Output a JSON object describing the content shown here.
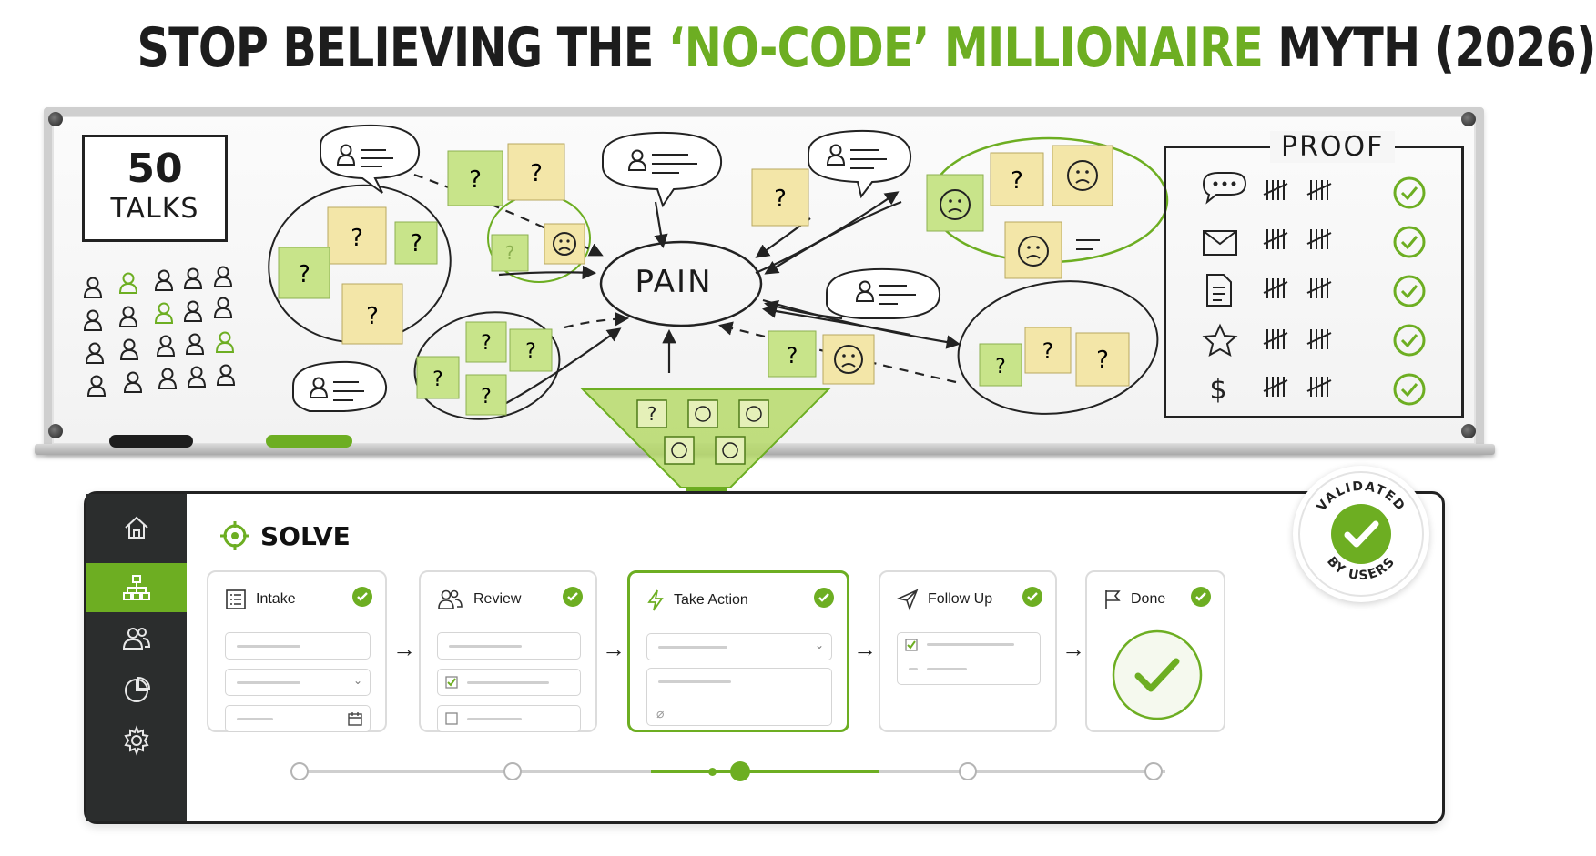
{
  "headline": {
    "part1": "STOP BELIEVING THE ",
    "highlight": "‘NO-CODE’ MILLIONAIRE",
    "part2": " MYTH (2026)"
  },
  "colors": {
    "accent": "#6dae22",
    "sticky_yellow": "#f3e6a8",
    "sticky_green": "#c8e48a",
    "sidebar_bg": "#2b2d2d",
    "ink": "#1b1b1b"
  },
  "whiteboard": {
    "talks_count": "50",
    "talks_label": "TALKS",
    "center_label": "PAIN",
    "sticky_mark": "?",
    "proof": {
      "title": "PROOF",
      "rows": [
        {
          "icon": "chat-icon"
        },
        {
          "icon": "mail-icon"
        },
        {
          "icon": "document-icon"
        },
        {
          "icon": "star-icon"
        },
        {
          "icon": "dollar-icon",
          "symbol": "$"
        }
      ]
    }
  },
  "sidebar": {
    "items": [
      {
        "icon": "home-icon"
      },
      {
        "icon": "flow-icon",
        "active": true
      },
      {
        "icon": "users-icon"
      },
      {
        "icon": "pie-chart-icon"
      },
      {
        "icon": "gear-icon"
      }
    ]
  },
  "solve": {
    "title": "SOLVE",
    "steps": [
      {
        "label": "Intake"
      },
      {
        "label": "Review"
      },
      {
        "label": "Take Action",
        "active": true
      },
      {
        "label": "Follow Up"
      },
      {
        "label": "Done"
      }
    ],
    "timeline": {
      "active_index": 2,
      "count": 5
    }
  },
  "badge": {
    "top_text": "VALIDATED",
    "bottom_text": "BY USERS"
  }
}
